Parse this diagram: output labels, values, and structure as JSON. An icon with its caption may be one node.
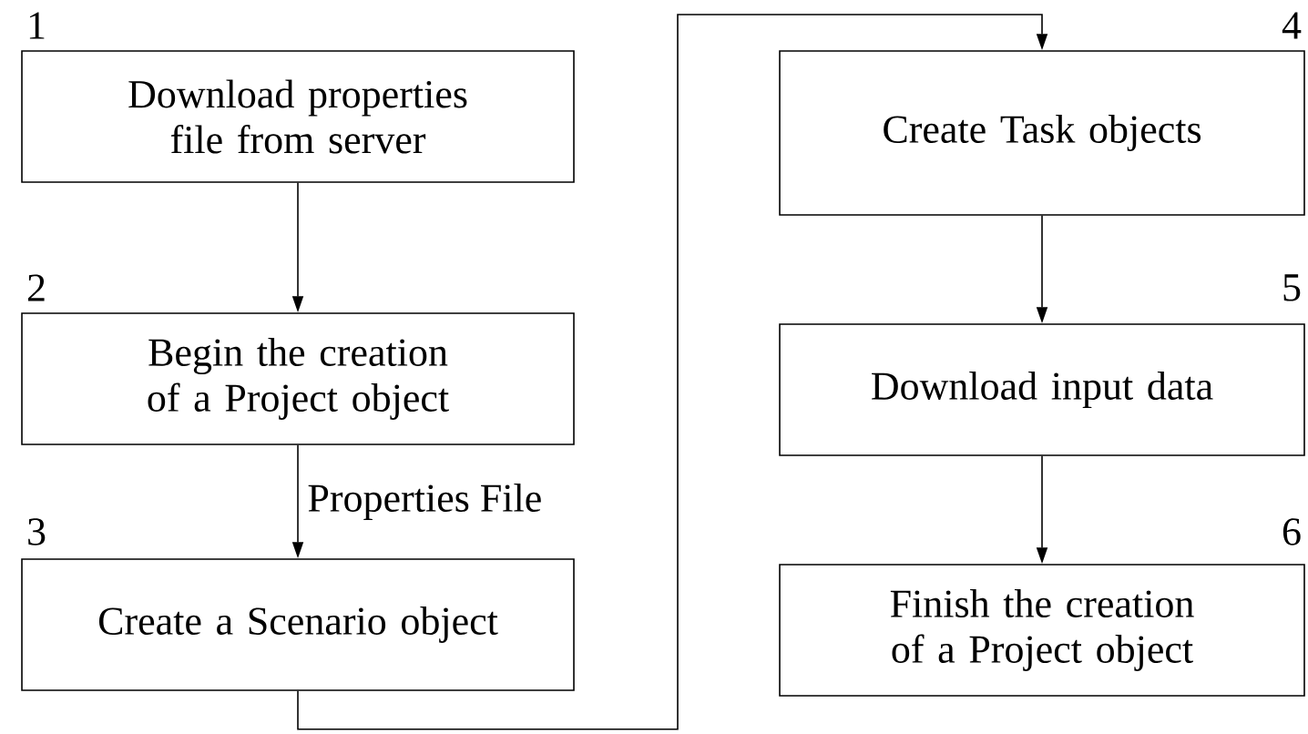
{
  "diagram": {
    "nodes": [
      {
        "text": [
          "Download properties file from server"
        ],
        "beside": [
          "1"
        ]
      },
      {
        "text": [
          "Begin the creation of a Project object"
        ],
        "beside": [
          "2"
        ]
      },
      {
        "text": [
          "Create a Scenario object"
        ],
        "beside": [
          "3"
        ]
      },
      {
        "text": [
          "Create Task objects"
        ],
        "beside": [
          "4"
        ]
      },
      {
        "text": [
          "Download input data"
        ],
        "beside": [
          "5"
        ]
      },
      {
        "text": [
          "Finish the creation of a Project object"
        ],
        "beside": [
          "6"
        ]
      }
    ],
    "edges": [
      {
        "from": 0,
        "to": 1,
        "arrow": "to"
      },
      {
        "from": 1,
        "to": 2,
        "arrow": "to",
        "label": "Properties File"
      },
      {
        "from": 2,
        "to": 3,
        "arrow": "to"
      },
      {
        "from": 3,
        "to": 4,
        "arrow": "to"
      },
      {
        "from": 4,
        "to": 5,
        "arrow": "to"
      }
    ]
  }
}
